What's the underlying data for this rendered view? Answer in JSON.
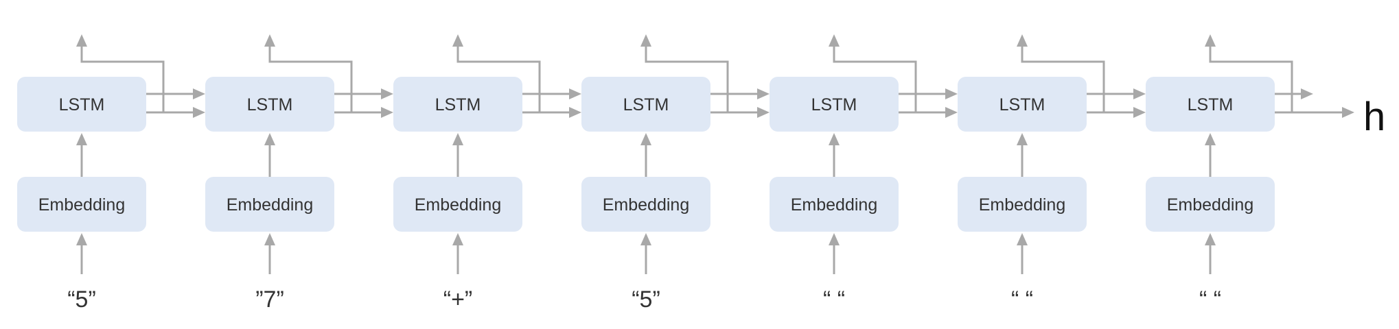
{
  "lstm_label": "LSTM",
  "embedding_label": "Embedding",
  "tokens": [
    "“5”",
    "”7”",
    "“+”",
    "“5”",
    "“ “",
    "“ “",
    "“ “"
  ],
  "output_label": "h",
  "colors": {
    "box_fill": "#dfe8f5",
    "arrow": "#a8a8a8",
    "text": "#333333"
  }
}
